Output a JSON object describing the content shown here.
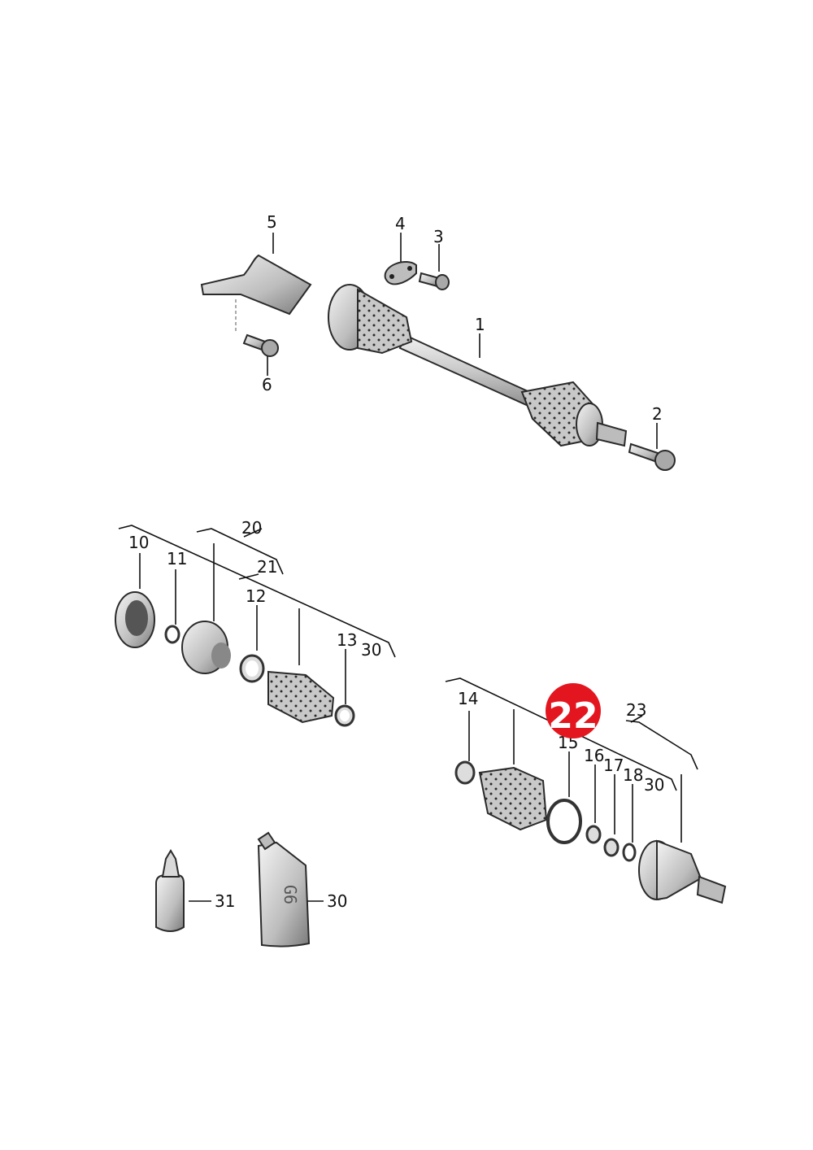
{
  "labels": {
    "p1": "1",
    "p2": "2",
    "p3": "3",
    "p4": "4",
    "p5": "5",
    "p6": "6",
    "p10": "10",
    "p11": "11",
    "p12": "12",
    "p13": "13",
    "p14": "14",
    "p15": "15",
    "p16": "16",
    "p17": "17",
    "p18": "18",
    "p20": "20",
    "p21": "21",
    "p23": "23",
    "p30a": "30",
    "p30b": "30",
    "p30c": "30",
    "p31": "31"
  },
  "tube_marking": "G6",
  "highlight": {
    "label": "22",
    "color": "#e3161f"
  }
}
